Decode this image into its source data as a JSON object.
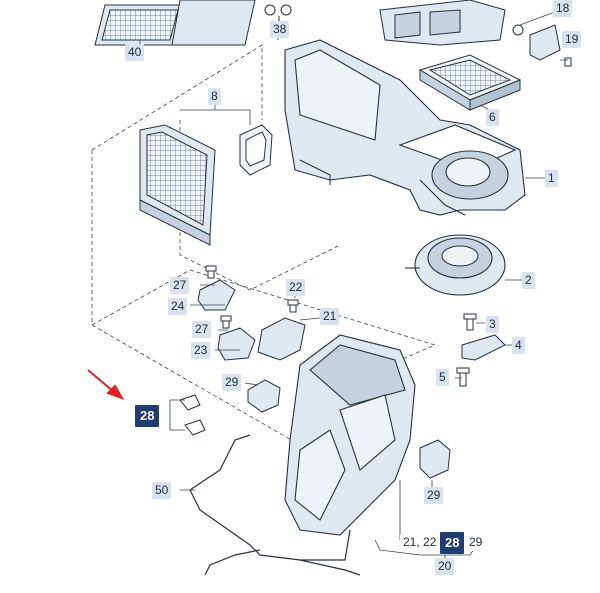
{
  "labels": {
    "p40": "40",
    "p38": "38",
    "p18": "18",
    "p19": "19",
    "p6": "6",
    "p8": "8",
    "p1": "1",
    "p2": "2",
    "p27a": "27",
    "p22": "22",
    "p24": "24",
    "p21": "21",
    "p27b": "27",
    "p3": "3",
    "p23": "23",
    "p4": "4",
    "p29a": "29",
    "p5": "5",
    "p28": "28",
    "p50": "50",
    "p29b": "29",
    "p21_22": "21, 22",
    "p28b": "28",
    "p29c": "29",
    "p20": "20"
  },
  "colors": {
    "highlight": "#1f3d73",
    "label_bg": "#d9e3ef",
    "part_fill": "#dfe8f1",
    "part_stroke": "#27323f",
    "arrow": "#e02020"
  }
}
